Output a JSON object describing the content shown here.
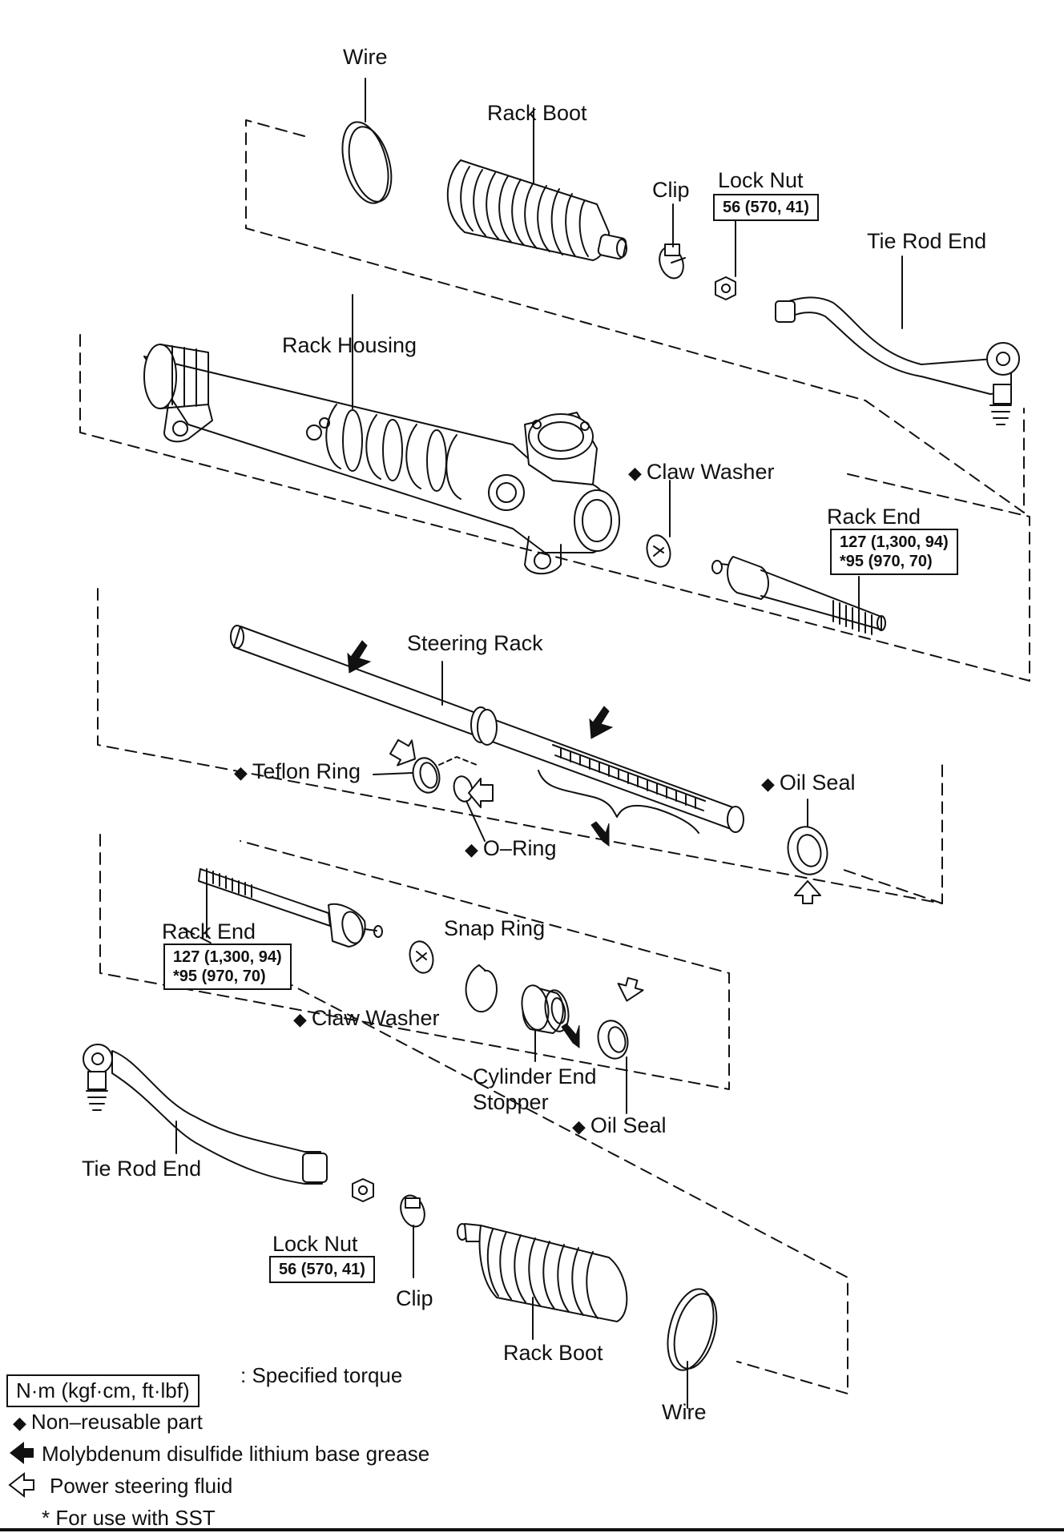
{
  "labels": {
    "wire_top": "Wire",
    "rack_boot_top": "Rack Boot",
    "clip_top": "Clip",
    "lock_nut_top": "Lock Nut",
    "tie_rod_end_top": "Tie Rod End",
    "rack_housing": "Rack Housing",
    "claw_washer_right": "Claw Washer",
    "rack_end_right": "Rack End",
    "steering_rack": "Steering Rack",
    "teflon_ring": "Teflon Ring",
    "o_ring": "O–Ring",
    "oil_seal_right": "Oil Seal",
    "rack_end_left": "Rack End",
    "snap_ring": "Snap Ring",
    "claw_washer_left": "Claw Washer",
    "cylinder_end_stopper_1": "Cylinder End",
    "cylinder_end_stopper_2": "Stopper",
    "oil_seal_lower": "Oil Seal",
    "tie_rod_end_bottom": "Tie Rod End",
    "lock_nut_bottom": "Lock Nut",
    "clip_bottom": "Clip",
    "rack_boot_bottom": "Rack Boot",
    "wire_bottom": "Wire"
  },
  "torques": {
    "lock_nut_top": "56 (570, 41)",
    "rack_end_right_1": "127 (1,300, 94)",
    "rack_end_right_2": "*95 (970, 70)",
    "rack_end_left_1": "127 (1,300, 94)",
    "rack_end_left_2": "*95 (970, 70)",
    "lock_nut_bottom": "56 (570, 41)"
  },
  "symbols": {
    "non_reusable": "◆",
    "grease_arrow": "filled-arrow-icon",
    "fluid_arrow": "hollow-arrow-icon"
  },
  "legend": {
    "unit": "N·m (kgf·cm, ft·lbf)",
    "specified_torque": ": Specified torque",
    "non_reusable": "Non–reusable part",
    "grease": "Molybdenum disulfide lithium base grease",
    "fluid": "Power steering fluid",
    "sst": "* For use with SST"
  }
}
